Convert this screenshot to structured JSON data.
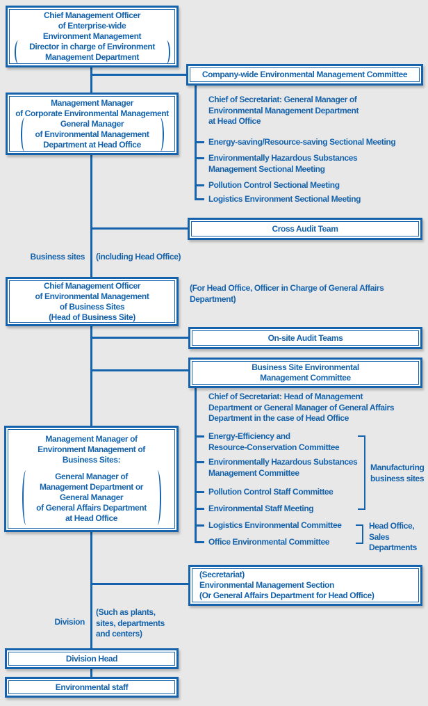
{
  "colors": {
    "accent": "#1463ac",
    "background": "#e8e8e8",
    "box_fill": "#ffffff"
  },
  "boxes": {
    "chief_enterprise": {
      "lines": [
        "Chief Management Officer",
        "of Enterprise-wide",
        "Environment Management"
      ],
      "paren_lines": [
        "Director in charge of Environment",
        "Management Department"
      ]
    },
    "companywide_committee": {
      "label": "Company-wide Environmental Management Committee"
    },
    "mgmt_manager_corporate": {
      "lines": [
        "Management Manager",
        "of Corporate Environmental Management"
      ],
      "paren_lines": [
        "General Manager",
        "of Environmental Management",
        "Department at Head Office"
      ]
    },
    "cross_audit": {
      "label": "Cross Audit Team"
    },
    "chief_business_sites": {
      "lines": [
        "Chief Management Officer",
        "of Environmental Management",
        "of Business Sites",
        "(Head of Business Site)"
      ]
    },
    "onsite_audit": {
      "label": "On-site Audit Teams"
    },
    "bs_committee": {
      "lines": [
        "Business Site Environmental",
        "Management Committee"
      ]
    },
    "mgmt_manager_sites": {
      "lines": [
        "Management Manager of",
        "Environment Management of",
        "Business Sites:"
      ],
      "paren_lines": [
        "General Manager of",
        "Management Department or",
        "General Manager",
        "of General Affairs Department",
        "at Head Office"
      ]
    },
    "secretariat": {
      "lines": [
        "(Secretariat)",
        "Environmental Management Section",
        "(Or General Affairs Department for Head Office)"
      ]
    },
    "division_head": {
      "label": "Division Head"
    },
    "environmental_staff": {
      "label": "Environmental staff"
    }
  },
  "sublist1": {
    "header_lines": [
      "Chief of Secretariat: General Manager of",
      "Environmental Management Department",
      "at Head Office"
    ],
    "items": [
      {
        "lines": [
          "Energy-saving/Resource-saving Sectional Meeting"
        ]
      },
      {
        "lines": [
          "Environmentally Hazardous Substances",
          "Management Sectional Meeting"
        ]
      },
      {
        "lines": [
          "Pollution Control Sectional Meeting"
        ]
      },
      {
        "lines": [
          "Logistics Environment Sectional Meeting"
        ]
      }
    ]
  },
  "sublist2": {
    "header_lines": [
      "Chief of Secretariat: Head of Management",
      "Department or General Manager of General Affairs",
      "Department in the case of Head Office"
    ],
    "items": [
      {
        "lines": [
          "Energy-Efficiency and",
          "Resource-Conservation Committee"
        ]
      },
      {
        "lines": [
          "Environmentally Hazardous Substances",
          "Management Committee"
        ]
      },
      {
        "lines": [
          "Pollution Control Staff Committee"
        ]
      },
      {
        "lines": [
          "Environmental Staff Meeting"
        ]
      },
      {
        "lines": [
          "Logistics Environmental Committee"
        ]
      },
      {
        "lines": [
          "Office Environmental Committee"
        ]
      }
    ],
    "brackets": {
      "manufacturing": {
        "lines": [
          "Manufacturing",
          "business sites"
        ]
      },
      "head_office": {
        "lines": [
          "Head Office,",
          "Sales",
          "Departments"
        ]
      }
    }
  },
  "annotations": {
    "for_head_office": {
      "lines": [
        "(For Head Office, Officer in Charge of General Affairs",
        "Department)"
      ]
    },
    "business_sites": "Business sites",
    "including_head_office": "(including Head Office)",
    "division": "Division",
    "division_note": {
      "lines": [
        "(Such as plants,",
        "sites, departments",
        "and centers)"
      ]
    }
  }
}
